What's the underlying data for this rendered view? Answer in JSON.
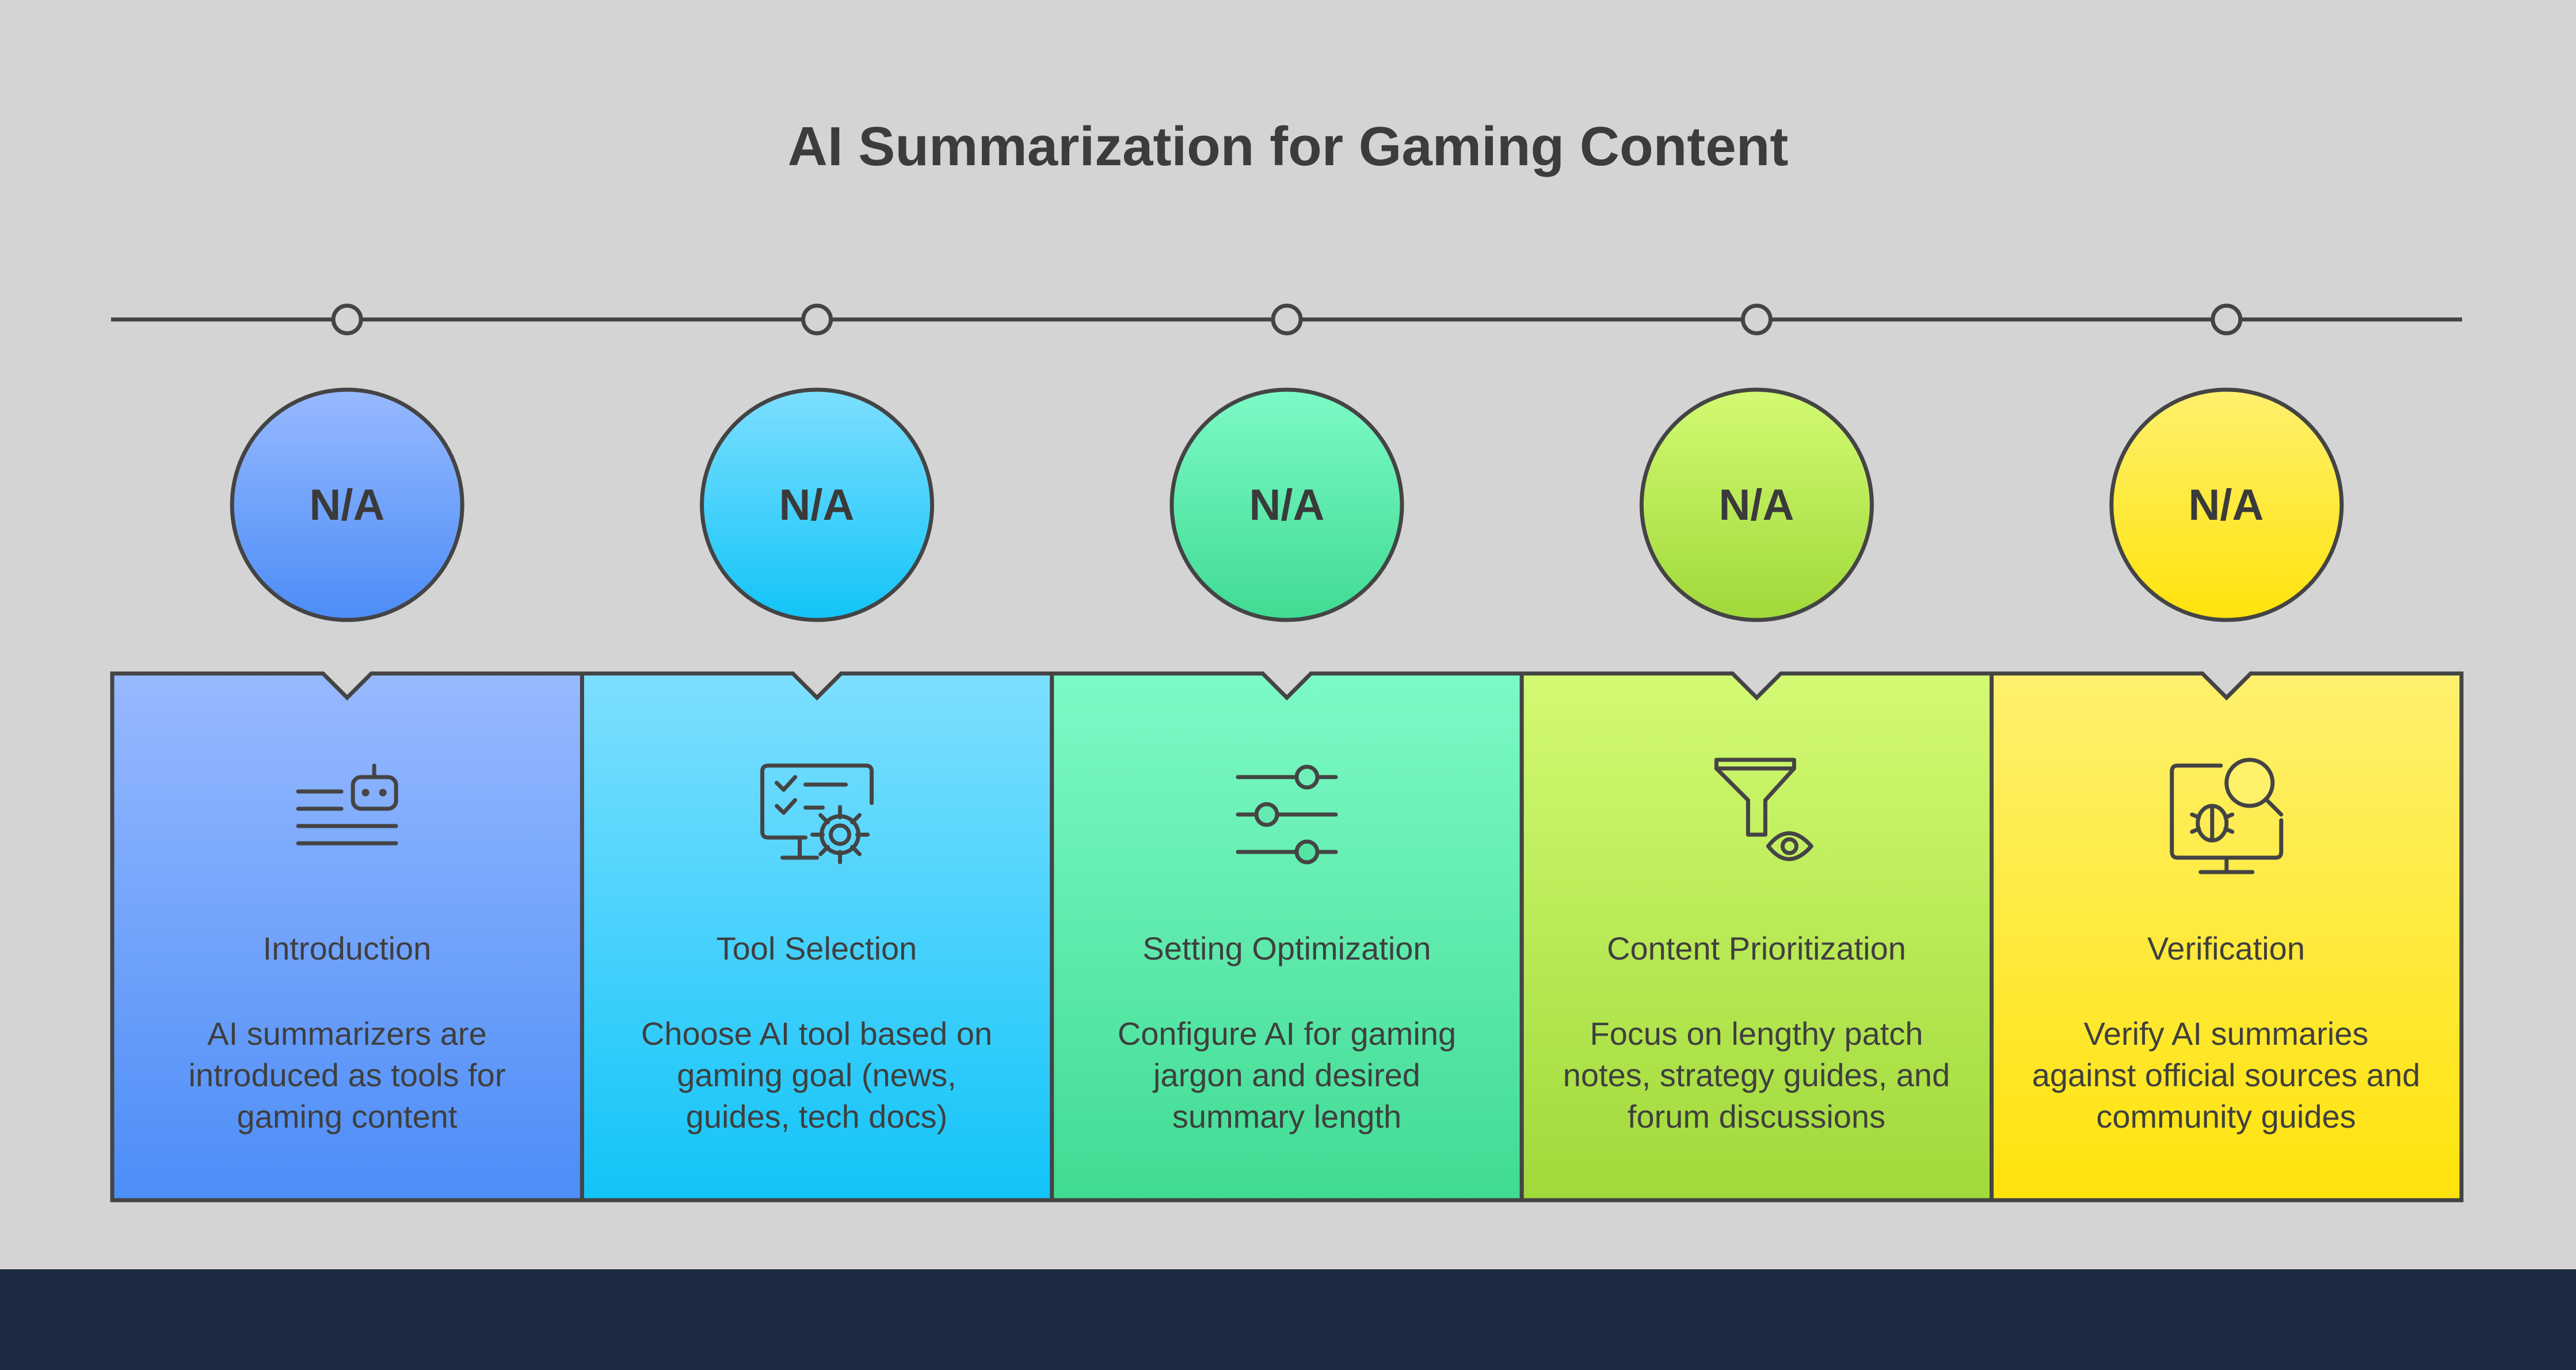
{
  "title": "AI Summarization for Gaming Content",
  "steps": [
    {
      "badge": "N/A",
      "title": "Introduction",
      "description": "AI summarizers are introduced as tools for gaming content",
      "icon": "text-lines-robot-icon",
      "colors": {
        "top": "#97b9ff",
        "bottom": "#4c8df7"
      }
    },
    {
      "badge": "N/A",
      "title": "Tool Selection",
      "description": "Choose AI tool based on gaming goal (news, guides, tech docs)",
      "icon": "checklist-gear-icon",
      "colors": {
        "top": "#7ddfff",
        "bottom": "#12c4f8"
      }
    },
    {
      "badge": "N/A",
      "title": "Setting Optimization",
      "description": "Configure AI for gaming jargon and desired summary length",
      "icon": "sliders-icon",
      "colors": {
        "top": "#7dfac6",
        "bottom": "#40db93"
      }
    },
    {
      "badge": "N/A",
      "title": "Content Prioritization",
      "description": "Focus on lengthy patch notes, strategy guides, and forum discussions",
      "icon": "funnel-eye-icon",
      "colors": {
        "top": "#d3fa73",
        "bottom": "#a0d93a"
      }
    },
    {
      "badge": "N/A",
      "title": "Verification",
      "description": "Verify AI summaries against official sources and community guides",
      "icon": "monitor-bug-search-icon",
      "colors": {
        "top": "#fff06e",
        "bottom": "#ffe30c"
      }
    }
  ],
  "line_color": "#444444",
  "footer_color": "#1b2a40"
}
